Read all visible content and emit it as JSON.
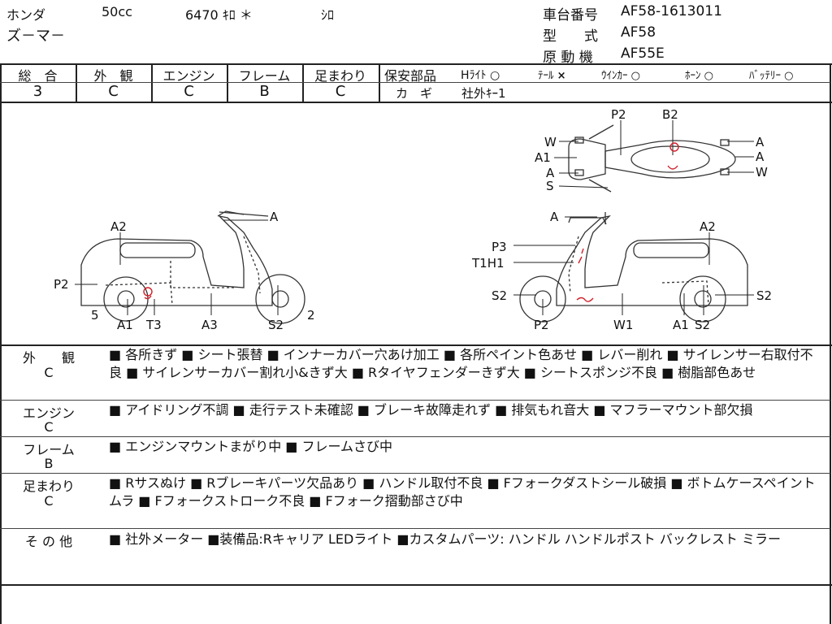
{
  "header": {
    "maker": "ホンダ",
    "cc": "50cc",
    "mileage": "6470 ｷﾛ ＊",
    "color": "ｼﾛ",
    "model_name": "ズ－マ－",
    "frame_label": "車台番号",
    "frame_no": "AF58-1613011",
    "type_label": "型　　式",
    "type_value": "AF58",
    "engine_label": "原 動 機",
    "engine_value": "AF55E"
  },
  "grades": [
    {
      "label": "総　合",
      "value": "3"
    },
    {
      "label": "外　観",
      "value": "C"
    },
    {
      "label": "エンジン",
      "value": "C"
    },
    {
      "label": "フレーム",
      "value": "B"
    },
    {
      "label": "足まわり",
      "value": "C"
    }
  ],
  "safety": {
    "label": "保安部品",
    "items": [
      {
        "label": "Hﾗｲﾄ",
        "mark": "○"
      },
      {
        "label": "ﾃｰﾙ",
        "mark": "×"
      },
      {
        "label": "ｳｲﾝｶｰ",
        "mark": "○"
      },
      {
        "label": "ﾎｰﾝ",
        "mark": "○"
      },
      {
        "label": "ﾊﾞｯﾃﾘｰ",
        "mark": "○"
      }
    ],
    "key_label": "カ　ギ",
    "key_value": "社外ｷｰ1"
  },
  "diagram": {
    "left": {
      "a": "A",
      "a2": "A2",
      "p2": "P2",
      "n5": "5",
      "a1": "A1",
      "t3": "T3",
      "a3": "A3",
      "s2": "S2",
      "n2": "2"
    },
    "top": {
      "p2": "P2",
      "b2": "B2",
      "w_l": "W",
      "a1": "A1",
      "a_l": "A",
      "s": "S",
      "a_r1": "A",
      "a_r2": "A",
      "w_r": "W"
    },
    "right": {
      "a": "A",
      "a2": "A2",
      "p3": "P3",
      "t1h1": "T1H1",
      "s2_l": "S2",
      "p2": "P2",
      "w1": "W1",
      "a1": "A1",
      "s2_b": "S2",
      "s2_r": "S2"
    }
  },
  "sections": [
    {
      "label": "外　　観",
      "grade": "C",
      "text": "■ 各所きず ■ シート張替 ■ インナーカバー穴あけ加工 ■ 各所ペイント色あせ ■ レバー削れ ■ サイレンサー右取付不良 ■ サイレンサーカバー割れ小&きず大 ■ Rタイヤフェンダーきず大 ■ シートスポンジ不良 ■ 樹脂部色あせ"
    },
    {
      "label": "エンジン",
      "grade": "C",
      "text": "■ アイドリング不調 ■ 走行テスト未確認 ■ ブレーキ故障走れず ■ 排気もれ音大 ■ マフラーマウント部欠損"
    },
    {
      "label": "フレーム",
      "grade": "B",
      "text": "■ エンジンマウントまがり中 ■ フレームさび中"
    },
    {
      "label": "足まわり",
      "grade": "C",
      "text": "■ Rサスぬけ ■ Rブレーキパーツ欠品あり ■ ハンドル取付不良 ■ Fフォークダストシール破損 ■ ボトムケースペイントムラ ■ Fフォークストローク不良 ■ Fフォーク摺動部さび中"
    },
    {
      "label": "そ の 他",
      "grade": "",
      "text": "■ 社外メーター ■装備品:Rキャリア LEDライト ■カスタムパーツ: ハンドル ハンドルポスト バックレスト ミラー"
    }
  ]
}
